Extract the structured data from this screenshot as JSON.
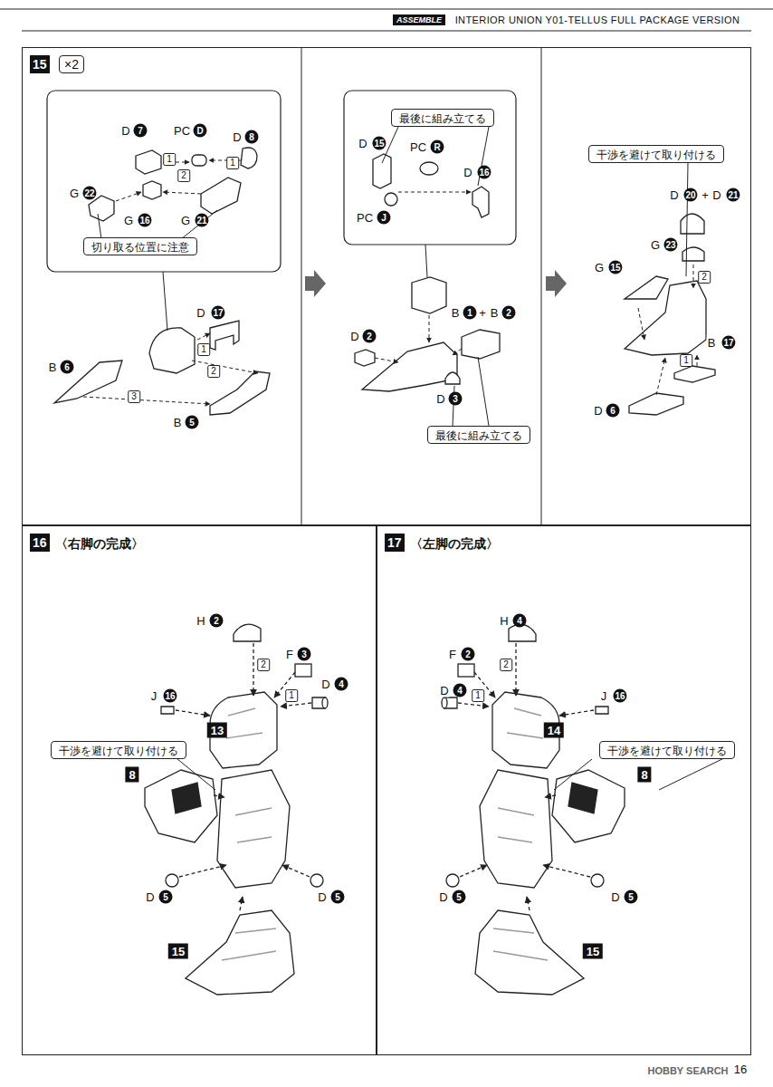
{
  "diagram": {
    "nodes": [
      {
        "text": [
          "15",
          "×2"
        ]
      },
      {
        "text": [
          "切り取る位置に注意"
        ],
        "in": 0
      },
      {
        "text": [
          "最後に組み立てる"
        ],
        "in": 0
      },
      {
        "text": [
          "最後に組み立てる"
        ],
        "in": 0
      },
      {
        "text": [
          "干渉を避けて取り付ける"
        ],
        "in": 0
      },
      {
        "text": [
          "16",
          "〈右脚の完成〉"
        ]
      },
      {
        "text": [
          "干渉を避けて取り付ける"
        ],
        "in": 5
      },
      {
        "text": [
          "17",
          "〈左脚の完成〉"
        ]
      },
      {
        "text": [
          "干渉を避けて取り付ける"
        ],
        "in": 7
      }
    ],
    "labels": [
      "ASSEMBLE",
      "INTERIOR UNION Y01-TELLUS FULL PACKAGE VERSION",
      "D",
      "7",
      "PC",
      "D",
      "D",
      "8",
      "1",
      "2",
      "1",
      "G",
      "22",
      "G",
      "16",
      "G",
      "21",
      "D",
      "17",
      "1",
      "2",
      "3",
      "B",
      "6",
      "B",
      "5",
      "D",
      "15",
      "PC",
      "R",
      "D",
      "16",
      "PC",
      "J",
      "D",
      "2",
      "B",
      "1",
      "+",
      "B",
      "2",
      "D",
      "3",
      "D",
      "20",
      "+",
      "D",
      "21",
      "G",
      "23",
      "G",
      "15",
      "2",
      "1",
      "B",
      "17",
      "D",
      "6",
      "H",
      "2",
      "2",
      "F",
      "3",
      "D",
      "4",
      "J",
      "16",
      "1",
      "13",
      "8",
      "D",
      "5",
      "D",
      "5",
      "15",
      "H",
      "4",
      "2",
      "F",
      "2",
      "D",
      "4",
      "J",
      "16",
      "1",
      "14",
      "8",
      "D",
      "5",
      "D",
      "5",
      "15",
      "HOBBY SEARCH",
      "16"
    ]
  }
}
